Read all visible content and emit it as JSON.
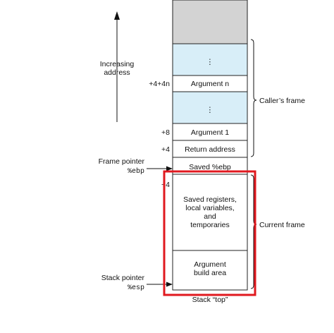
{
  "axis": {
    "label_line1": "Increasing",
    "label_line2": "address"
  },
  "offsets": {
    "arg_n": "+4+4n",
    "arg_1": "+8",
    "return": "+4",
    "saved_ebp": "−4"
  },
  "pointers": {
    "frame_label": "Frame pointer",
    "frame_reg": "%ebp",
    "stack_label": "Stack pointer",
    "stack_reg": "%esp"
  },
  "cells": {
    "ellipsis": "⋮",
    "argument_n": "Argument n",
    "argument_1": "Argument 1",
    "return_address": "Return address",
    "saved_ebp": "Saved %ebp",
    "current_line1": "Saved registers,",
    "current_line2": "local variables,",
    "current_line3": "and",
    "current_line4": "temporaries",
    "build_line1": "Argument",
    "build_line2": "build area"
  },
  "frames": {
    "caller": "Caller’s frame",
    "current": "Current  frame"
  },
  "stack_top": "Stack “top”",
  "colors": {
    "gray_cell": "#d3d3d3",
    "blue_cell": "#d8eef8",
    "highlight": "#e0191f"
  }
}
